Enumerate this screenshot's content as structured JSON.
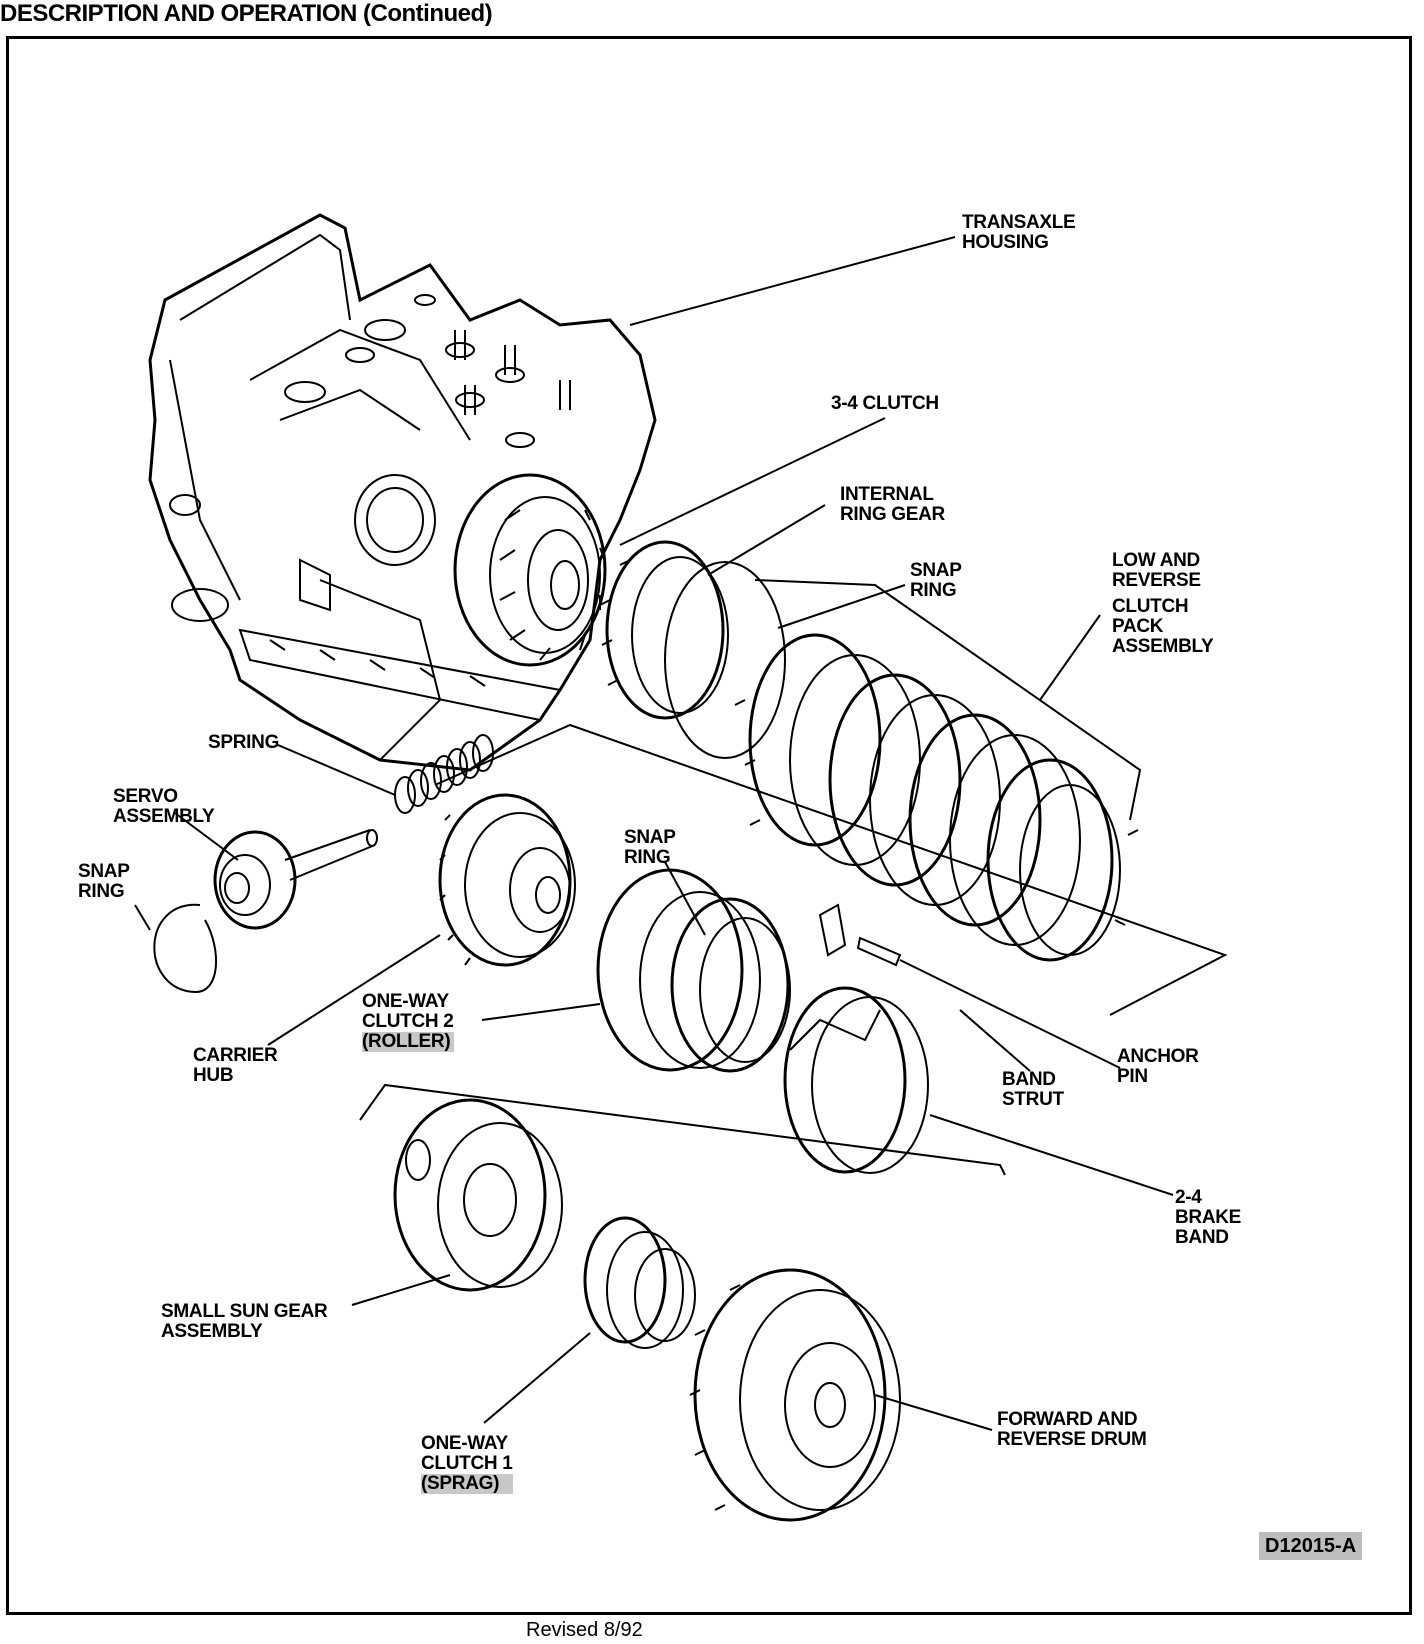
{
  "header": {
    "title": "DESCRIPTION AND OPERATION (Continued)"
  },
  "labels": {
    "transaxle_housing": [
      "TRANSAXLE",
      "HOUSING"
    ],
    "clutch_34": [
      "3-4 CLUTCH"
    ],
    "internal_ring_gear": [
      "INTERNAL",
      "RING GEAR"
    ],
    "snap_ring_upper": [
      "SNAP",
      "RING"
    ],
    "low_reverse": [
      "LOW AND",
      "REVERSE",
      "CLUTCH",
      "PACK",
      "ASSEMBLY"
    ],
    "spring": [
      "SPRING"
    ],
    "servo_assembly": [
      "SERVO",
      "ASSEMBLY"
    ],
    "snap_ring_left": [
      "SNAP",
      "RING"
    ],
    "snap_ring_mid": [
      "SNAP",
      "RING"
    ],
    "one_way_clutch_2": [
      "ONE-WAY",
      "CLUTCH 2"
    ],
    "one_way_clutch_2_type": "(ROLLER)",
    "carrier_hub": [
      "CARRIER",
      "HUB"
    ],
    "band_strut": [
      "BAND",
      "STRUT"
    ],
    "anchor_pin": [
      "ANCHOR",
      "PIN"
    ],
    "brake_band": [
      "2-4",
      "BRAKE",
      "BAND"
    ],
    "small_sun_gear": [
      "SMALL SUN GEAR",
      "ASSEMBLY"
    ],
    "forward_reverse_drum": [
      "FORWARD AND",
      "REVERSE DRUM"
    ],
    "one_way_clutch_1": [
      "ONE-WAY",
      "CLUTCH 1"
    ],
    "one_way_clutch_1_type": "(SPRAG)"
  },
  "figure_id": "D12015-A",
  "footer": {
    "revised": "Revised 8/92"
  }
}
